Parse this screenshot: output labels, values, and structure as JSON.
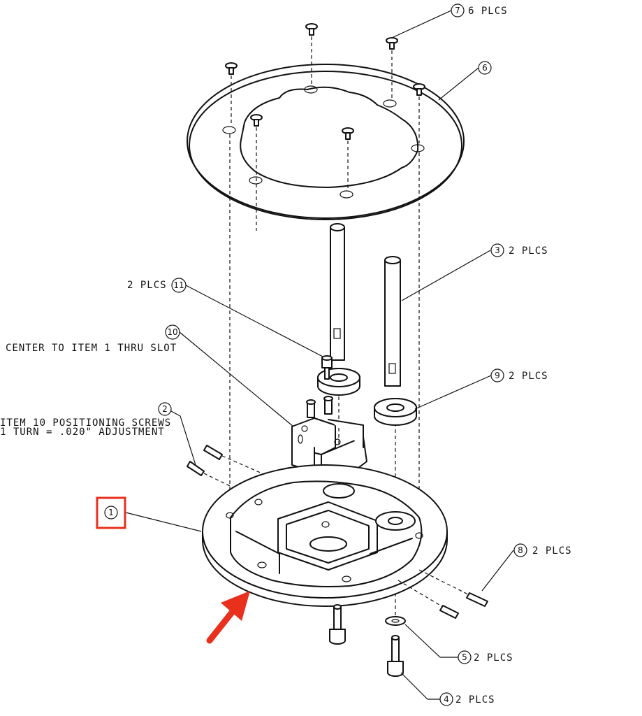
{
  "callouts": {
    "c1": {
      "num": "1"
    },
    "c2": {
      "num": "2"
    },
    "c3": {
      "num": "3",
      "qty": "2 PLCS"
    },
    "c4": {
      "num": "4",
      "qty": "2 PLCS"
    },
    "c5": {
      "num": "5",
      "qty": "2 PLCS"
    },
    "c6": {
      "num": "6"
    },
    "c7": {
      "num": "7",
      "qty": "6 PLCS"
    },
    "c8": {
      "num": "8",
      "qty": "2 PLCS"
    },
    "c9": {
      "num": "9",
      "qty": "2 PLCS"
    },
    "c10": {
      "num": "10"
    },
    "c11": {
      "num": "11",
      "qty": "2 PLCS"
    }
  },
  "notes": {
    "center_note": "CENTER TO ITEM 1 THRU SLOT",
    "screws_note_line1": "ITEM 10 POSITIONING SCREWS",
    "screws_note_line2": "1 TURN = .020\" ADJUSTMENT"
  },
  "highlight": {
    "color": "#e8301c"
  }
}
